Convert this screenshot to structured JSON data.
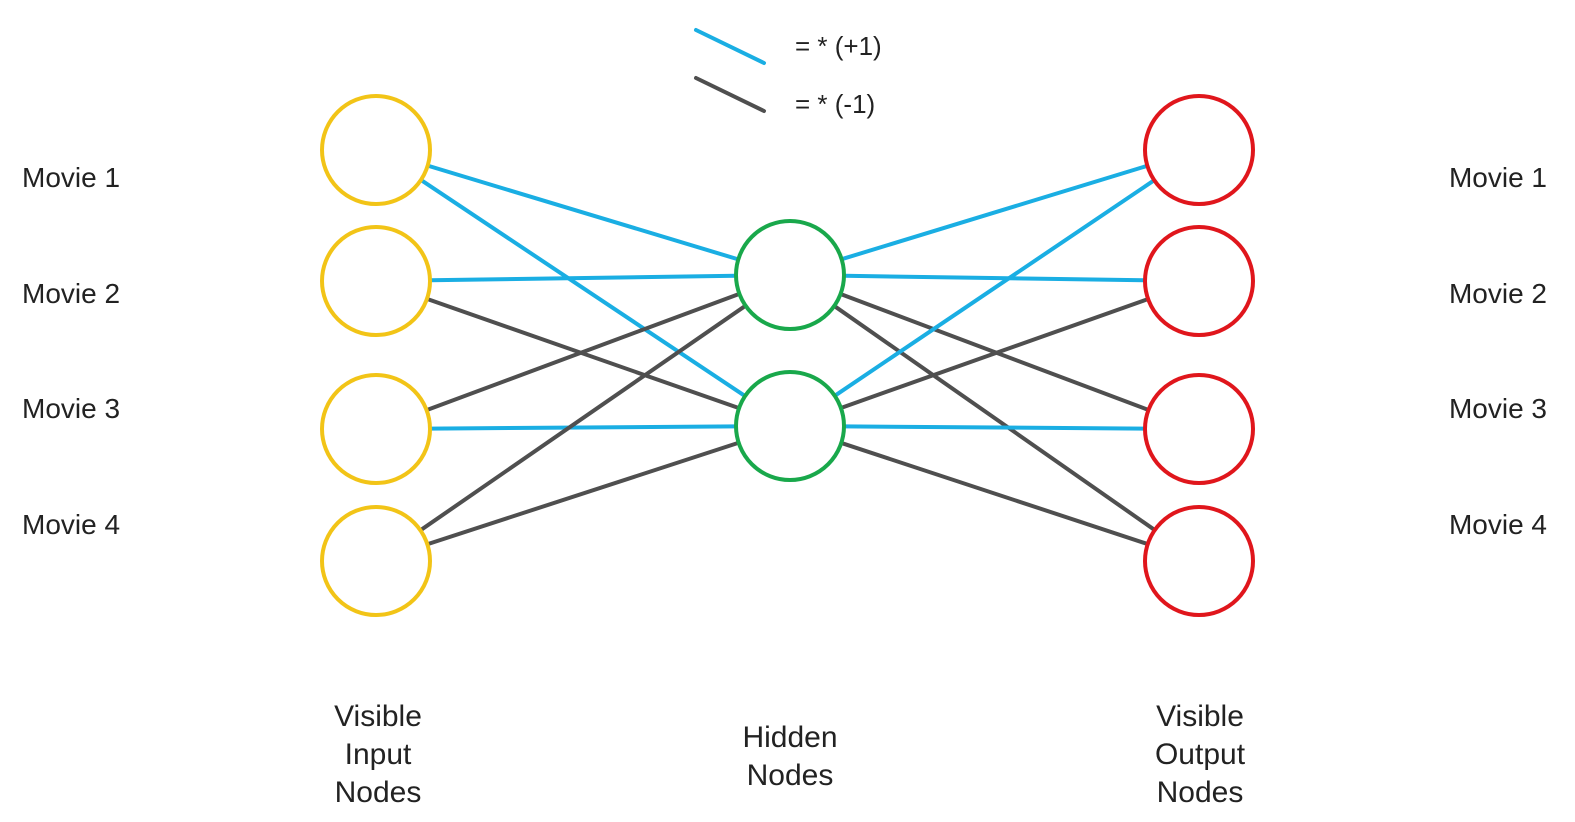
{
  "legend": {
    "positive": {
      "label": "= * (+1)",
      "color": "#1aaee3"
    },
    "negative": {
      "label": "= * (-1)",
      "color": "#4f4f4f"
    }
  },
  "input_labels": [
    "Movie 1",
    "Movie 2",
    "Movie 3",
    "Movie 4"
  ],
  "output_labels": [
    "Movie 1",
    "Movie 2",
    "Movie 3",
    "Movie 4"
  ],
  "captions": {
    "input": [
      "Visible",
      "Input",
      "Nodes"
    ],
    "hidden": [
      "Hidden",
      "Nodes"
    ],
    "output": [
      "Visible",
      "Output",
      "Nodes"
    ]
  },
  "node_colors": {
    "input": "#f2c417",
    "hidden": "#19a84b",
    "output": "#e0161c"
  },
  "edges": [
    {
      "from": "input-1",
      "to": "hidden-1",
      "sign": "positive"
    },
    {
      "from": "input-1",
      "to": "hidden-2",
      "sign": "positive"
    },
    {
      "from": "input-2",
      "to": "hidden-1",
      "sign": "positive"
    },
    {
      "from": "input-2",
      "to": "hidden-2",
      "sign": "negative"
    },
    {
      "from": "input-3",
      "to": "hidden-1",
      "sign": "negative"
    },
    {
      "from": "input-3",
      "to": "hidden-2",
      "sign": "positive"
    },
    {
      "from": "input-4",
      "to": "hidden-1",
      "sign": "negative"
    },
    {
      "from": "input-4",
      "to": "hidden-2",
      "sign": "negative"
    },
    {
      "from": "hidden-1",
      "to": "output-1",
      "sign": "positive"
    },
    {
      "from": "hidden-1",
      "to": "output-2",
      "sign": "positive"
    },
    {
      "from": "hidden-1",
      "to": "output-3",
      "sign": "negative"
    },
    {
      "from": "hidden-1",
      "to": "output-4",
      "sign": "negative"
    },
    {
      "from": "hidden-2",
      "to": "output-1",
      "sign": "positive"
    },
    {
      "from": "hidden-2",
      "to": "output-2",
      "sign": "negative"
    },
    {
      "from": "hidden-2",
      "to": "output-3",
      "sign": "positive"
    },
    {
      "from": "hidden-2",
      "to": "output-4",
      "sign": "negative"
    }
  ]
}
